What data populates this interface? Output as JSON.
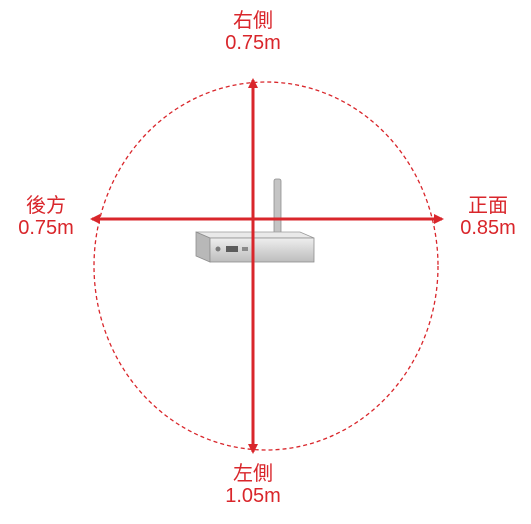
{
  "colors": {
    "accent": "#d9262b",
    "device_body": "#dcdcdc",
    "device_shadow": "#9a9a9a"
  },
  "device": {
    "icon": "router-icon"
  },
  "directions": {
    "top": {
      "name": "右側",
      "distance": "0.75m"
    },
    "bottom": {
      "name": "左側",
      "distance": "1.05m"
    },
    "left": {
      "name": "後方",
      "distance": "0.75m"
    },
    "right": {
      "name": "正面",
      "distance": "0.85m"
    }
  }
}
